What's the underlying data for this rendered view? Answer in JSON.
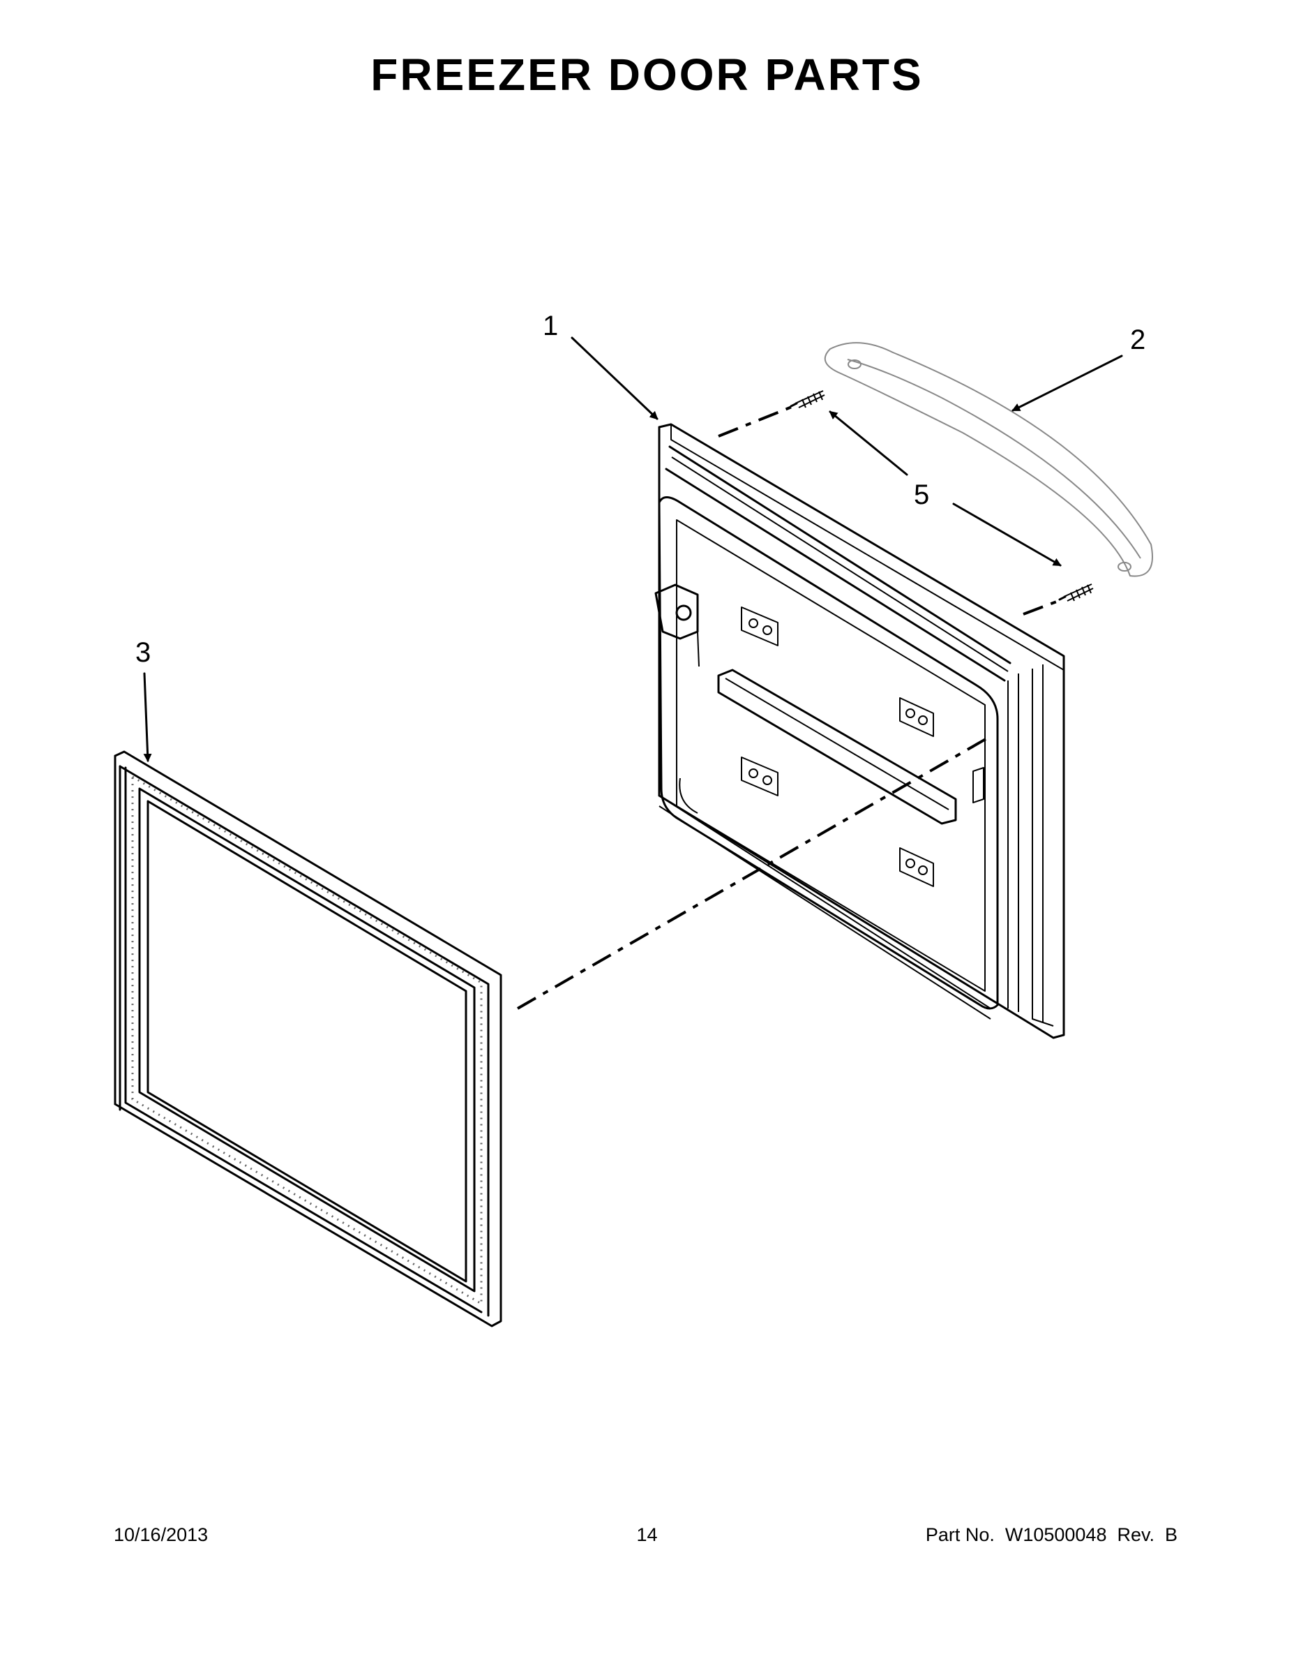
{
  "page": {
    "title": "FREEZER DOOR PARTS"
  },
  "callouts": {
    "c1": "1",
    "c2": "2",
    "c3": "3",
    "c5": "5"
  },
  "parts": [
    {
      "id": "1",
      "name": "freezer-door"
    },
    {
      "id": "2",
      "name": "door-handle"
    },
    {
      "id": "3",
      "name": "door-gasket"
    },
    {
      "id": "5",
      "name": "handle-screw"
    }
  ],
  "footer": {
    "date": "10/16/2013",
    "page_number": "14",
    "part_number": "Part No.  W10500048  Rev.  B"
  }
}
